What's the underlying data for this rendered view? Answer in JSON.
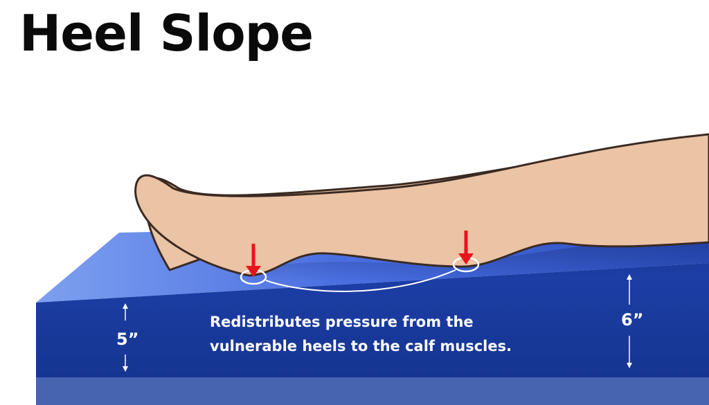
{
  "title": "Heel Slope",
  "caption": {
    "line1": "Redistributes pressure from the",
    "line2": "vulnerable heels to the calf muscles."
  },
  "dimensions": {
    "low_end": "5”",
    "high_end": "6”"
  },
  "colors": {
    "foam_front": "#1a3a9e",
    "foam_base": "#4664b0",
    "foam_top_light": "#7ea0f0",
    "foam_top_dark": "#2c4fc0",
    "skin": "#ebc3a5",
    "skin_outline": "#3a2a22",
    "pressure_arrow": "#e8141c",
    "contact_ring": "#ffffff"
  },
  "icons": [
    "pressure-arrow-icon",
    "contact-point-icon",
    "dimension-arrow-icon"
  ]
}
